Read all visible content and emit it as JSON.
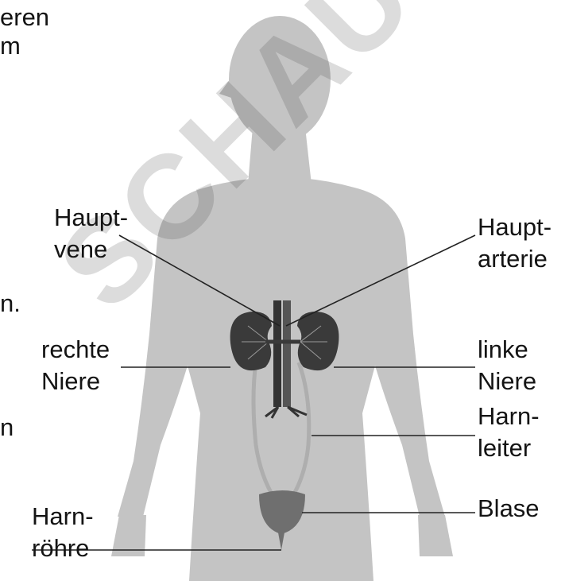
{
  "left_margin_fragments": {
    "line1": "eren",
    "line2": "m",
    "line3": "n.",
    "line4": "n"
  },
  "labels": {
    "hauptvene": [
      "Haupt-",
      "vene"
    ],
    "hauptarterie": [
      "Haupt-",
      "arterie"
    ],
    "rechte_niere": [
      "rechte",
      "Niere"
    ],
    "linke_niere": [
      "linke",
      "Niere"
    ],
    "harnleiter": [
      "Harn-",
      "leiter"
    ],
    "harnroehre": [
      "Harn-",
      "röhre"
    ],
    "blase": "Blase"
  },
  "watermark": "SCHAU",
  "colors": {
    "silhouette": "#c4c4c4",
    "organ": "#3a3a3a",
    "ureter": "#b0b0b0",
    "leader_line": "#222222",
    "text": "#141414"
  }
}
